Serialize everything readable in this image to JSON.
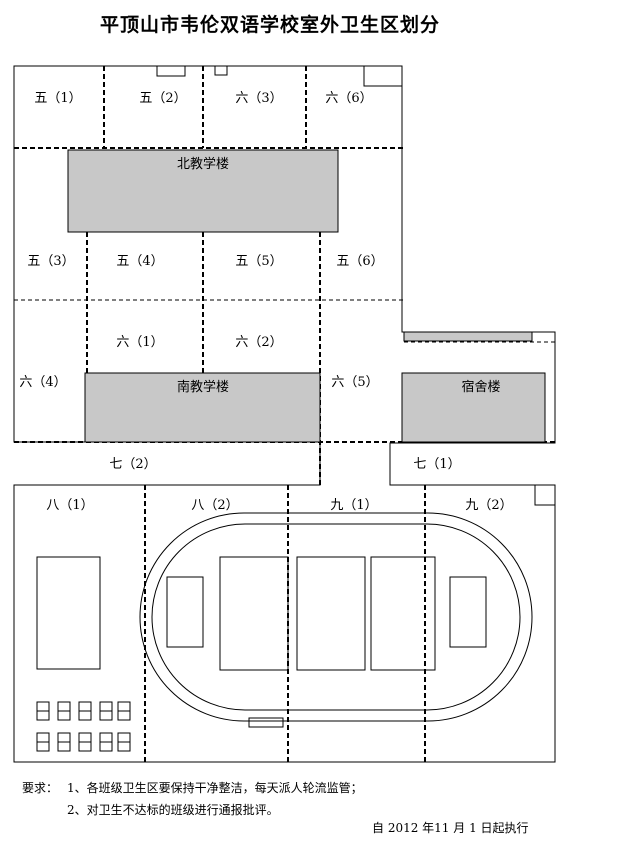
{
  "title": "平顶山市韦伦双语学校室外卫生区划分",
  "buildings": {
    "north": "北教学楼",
    "south": "南教学楼",
    "dorm": "宿舍楼"
  },
  "zones": [
    {
      "id": "5-1",
      "label": "五（1）"
    },
    {
      "id": "5-2",
      "label": "五（2）"
    },
    {
      "id": "6-3",
      "label": "六（3）"
    },
    {
      "id": "6-6",
      "label": "六（6）"
    },
    {
      "id": "5-3",
      "label": "五（3）"
    },
    {
      "id": "5-4",
      "label": "五（4）"
    },
    {
      "id": "5-5",
      "label": "五（5）"
    },
    {
      "id": "5-6",
      "label": "五（6）"
    },
    {
      "id": "6-1",
      "label": "六（1）"
    },
    {
      "id": "6-2",
      "label": "六（2）"
    },
    {
      "id": "6-4",
      "label": "六（4）"
    },
    {
      "id": "6-5",
      "label": "六（5）"
    },
    {
      "id": "7-2",
      "label": "七（2）"
    },
    {
      "id": "7-1",
      "label": "七（1）"
    },
    {
      "id": "8-1",
      "label": "八（1）"
    },
    {
      "id": "8-2",
      "label": "八（2）"
    },
    {
      "id": "9-1",
      "label": "九（1）"
    },
    {
      "id": "9-2",
      "label": "九（2）"
    }
  ],
  "requirements": {
    "label": "要求：",
    "items": [
      "1、各班级卫生区要保持干净整洁，每天派人轮流监管；",
      "2、对卫生不达标的班级进行通报批评。"
    ]
  },
  "effective_notice": "自 2012 年11 月 1 日起执行"
}
